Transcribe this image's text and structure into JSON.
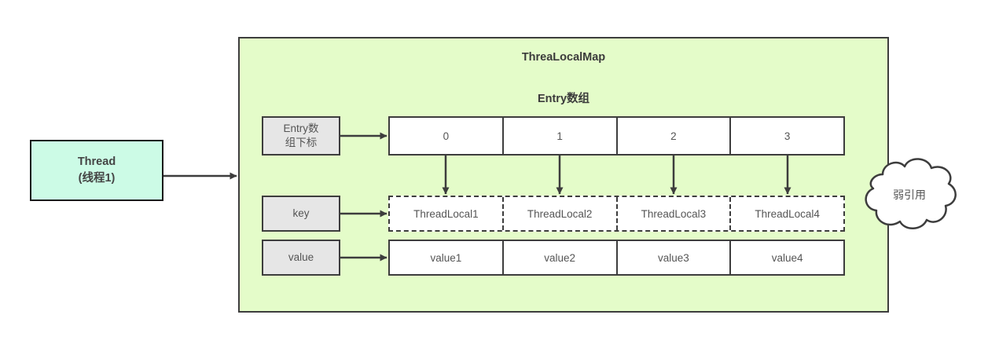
{
  "diagram": {
    "title": "ThreaLocalMap",
    "subtitle": "Entry数组",
    "thread": {
      "line1": "Thread",
      "line2": "(线程1)"
    },
    "labels": {
      "index": "Entry数组下标",
      "index_line1": "Entry数",
      "index_line2": "组下标",
      "key": "key",
      "value": "value"
    },
    "table": {
      "index_row": [
        "0",
        "1",
        "2",
        "3"
      ],
      "key_row": [
        "ThreadLocal1",
        "ThreadLocal2",
        "ThreadLocal3",
        "ThreadLocal4"
      ],
      "value_row": [
        "value1",
        "value2",
        "value3",
        "value4"
      ]
    },
    "annotation": {
      "cloud": "弱引用"
    },
    "colors": {
      "container_fill": "#e4fcc9",
      "container_stroke": "#3d3d3d",
      "thread_fill": "#ccfbe6",
      "thread_stroke": "#1a1a1a",
      "label_fill": "#e6e6e6",
      "cell_fill": "#ffffff",
      "text": "#555555"
    }
  }
}
